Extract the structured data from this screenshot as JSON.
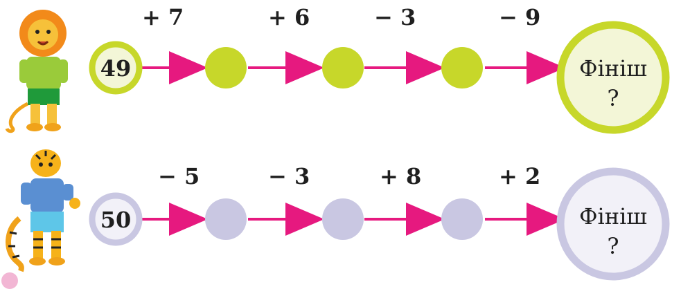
{
  "rows": [
    {
      "animal": "lion-icon",
      "start": "49",
      "operations": [
        "+ 7",
        "+ 6",
        "− 3",
        "− 9"
      ],
      "finish_label": "Фініш",
      "finish_question": "?",
      "fill_color": "#c7d72a",
      "ring_color": "#c7d72a",
      "finish_fill": "#f3f6d7"
    },
    {
      "animal": "tiger-icon",
      "start": "50",
      "operations": [
        "− 5",
        "− 3",
        "+ 8",
        "+ 2"
      ],
      "finish_label": "Фініш",
      "finish_question": "?",
      "fill_color": "#c9c7e2",
      "ring_color": "#c9c7e2",
      "finish_fill": "#f2f1f8"
    }
  ],
  "arrow_color": "#e6197f"
}
